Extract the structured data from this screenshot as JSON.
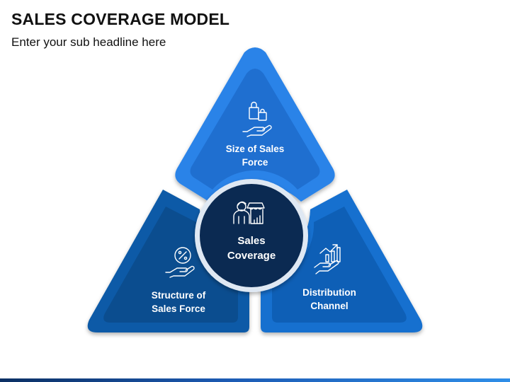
{
  "header": {
    "title": "SALES COVERAGE MODEL",
    "subtitle": "Enter your sub headline here"
  },
  "diagram": {
    "center": {
      "line1": "Sales",
      "line2": "Coverage",
      "icon": "person-storefront-icon"
    },
    "segments": [
      {
        "id": "top",
        "line1": "Size of Sales",
        "line2": "Force",
        "icon": "hand-shopping-bags-icon",
        "color": "#2a83e8",
        "inner": "#1f6fd0"
      },
      {
        "id": "left",
        "line1": "Structure of",
        "line2": "Sales Force",
        "icon": "hand-percent-icon",
        "color": "#0a5aa7",
        "inner": "#0b4d8f"
      },
      {
        "id": "right",
        "line1": "Distribution",
        "line2": "Channel",
        "icon": "hand-growth-chart-icon",
        "color": "#1570cf",
        "inner": "#0e5fb6"
      }
    ],
    "center_color": "#0b2a52",
    "ring_color": "#dfe8f3"
  },
  "footer": {
    "accent": "#1c5bb4"
  }
}
